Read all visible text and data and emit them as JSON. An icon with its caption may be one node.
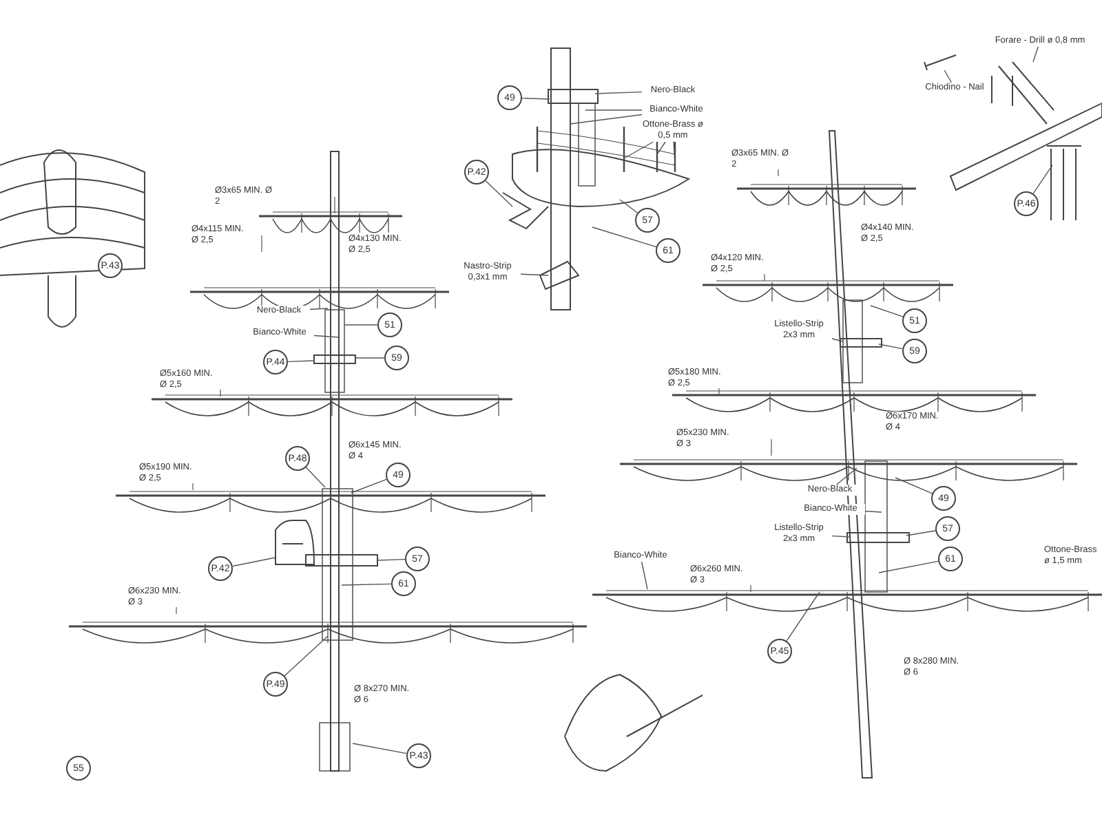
{
  "diagram": {
    "nodes": [
      {
        "text": [
          "P.43"
        ]
      },
      {
        "text": [
          "Nero-Black"
        ]
      },
      {
        "text": [
          "Bianco-White"
        ]
      },
      {
        "text": [
          "51"
        ]
      },
      {
        "text": [
          "P.44"
        ]
      },
      {
        "text": [
          "59"
        ]
      },
      {
        "text": [
          "P.48"
        ]
      },
      {
        "text": [
          "49"
        ]
      },
      {
        "text": [
          "P.42"
        ]
      },
      {
        "text": [
          "57"
        ]
      },
      {
        "text": [
          "61"
        ]
      },
      {
        "text": [
          "P.49"
        ]
      },
      {
        "text": [
          "P.43"
        ]
      },
      {
        "text": [
          "55"
        ]
      },
      {
        "text": [
          "49"
        ]
      },
      {
        "text": [
          "Nero-Black"
        ]
      },
      {
        "text": [
          "Bianco-White"
        ]
      },
      {
        "text": [
          "Ottone-Brass ø 0,5 mm"
        ]
      },
      {
        "text": [
          "P.42"
        ]
      },
      {
        "text": [
          "57"
        ]
      },
      {
        "text": [
          "61"
        ]
      },
      {
        "text": [
          "Nastro-Strip 0,3x1 mm"
        ]
      },
      {
        "text": [
          "51"
        ]
      },
      {
        "text": [
          "Listello-Strip 2x3 mm"
        ]
      },
      {
        "text": [
          "59"
        ]
      },
      {
        "text": [
          "Nero-Black"
        ]
      },
      {
        "text": [
          "49"
        ]
      },
      {
        "text": [
          "Bianco-White"
        ]
      },
      {
        "text": [
          "Listello-Strip 2x3 mm"
        ]
      },
      {
        "text": [
          "57"
        ]
      },
      {
        "text": [
          "61"
        ]
      },
      {
        "text": [
          "Bianco-White"
        ]
      },
      {
        "text": [
          "P.45"
        ]
      },
      {
        "text": [
          "Chiodino - Nail"
        ]
      },
      {
        "text": [
          "Forare - Drill ø 0,8 mm"
        ]
      },
      {
        "text": [
          "P.46"
        ]
      },
      {
        "text": [],
        "shape": "picture"
      },
      {
        "text": [],
        "shape": "picture"
      }
    ],
    "edges": [
      {
        "from": 1,
        "to": null,
        "arrow": "none"
      },
      {
        "from": 2,
        "to": null,
        "arrow": "none"
      },
      {
        "from": 3,
        "to": null,
        "arrow": "none"
      },
      {
        "from": 4,
        "to": null,
        "arrow": "none"
      },
      {
        "from": 5,
        "to": null,
        "arrow": "none"
      },
      {
        "from": 6,
        "to": null,
        "arrow": "none"
      },
      {
        "from": 7,
        "to": null,
        "arrow": "none"
      },
      {
        "from": 8,
        "to": null,
        "arrow": "none"
      },
      {
        "from": 9,
        "to": null,
        "arrow": "none"
      },
      {
        "from": 10,
        "to": null,
        "arrow": "none"
      },
      {
        "from": 11,
        "to": null,
        "arrow": "none"
      },
      {
        "from": 12,
        "to": null,
        "arrow": "none"
      },
      {
        "from": 14,
        "to": null,
        "arrow": "none"
      },
      {
        "from": 15,
        "to": null,
        "arrow": "none"
      },
      {
        "from": 16,
        "to": null,
        "arrow": "none"
      },
      {
        "from": 16,
        "to": null,
        "arrow": "none"
      },
      {
        "from": 17,
        "to": null,
        "arrow": "none"
      },
      {
        "from": 17,
        "to": null,
        "arrow": "none"
      },
      {
        "from": 17,
        "to": null,
        "arrow": "none"
      },
      {
        "from": 18,
        "to": null,
        "arrow": "none"
      },
      {
        "from": 19,
        "to": null,
        "arrow": "none"
      },
      {
        "from": 20,
        "to": null,
        "arrow": "none"
      },
      {
        "from": 21,
        "to": null,
        "arrow": "none"
      },
      {
        "from": 22,
        "to": null,
        "arrow": "none"
      },
      {
        "from": 23,
        "to": null,
        "arrow": "none"
      },
      {
        "from": 24,
        "to": null,
        "arrow": "none"
      },
      {
        "from": 25,
        "to": null,
        "arrow": "none"
      },
      {
        "from": 26,
        "to": null,
        "arrow": "none"
      },
      {
        "from": 27,
        "to": null,
        "arrow": "none"
      },
      {
        "from": 28,
        "to": null,
        "arrow": "none"
      },
      {
        "from": 29,
        "to": null,
        "arrow": "none"
      },
      {
        "from": 30,
        "to": null,
        "arrow": "none"
      },
      {
        "from": 31,
        "to": null,
        "arrow": "none"
      },
      {
        "from": 32,
        "to": null,
        "arrow": "none"
      },
      {
        "from": 33,
        "to": 37,
        "arrow": "none"
      },
      {
        "from": 34,
        "to": 36,
        "arrow": "none"
      },
      {
        "from": 35,
        "to": null,
        "arrow": "none"
      }
    ],
    "labels": [
      "Ø3x65 MIN. Ø 2",
      "Ø4x130 MIN. Ø 2,5",
      "Ø4x115 MIN. Ø 2,5",
      "Ø5x160 MIN. Ø 2,5",
      "Ø6x145 MIN. Ø 4",
      "Ø5x190 MIN. Ø 2,5",
      "Ø6x230 MIN. Ø 3",
      "Ø 8x270 MIN. Ø 6",
      "Ø3x65 MIN. Ø 2",
      "Ø4x140 MIN. Ø 2,5",
      "Ø4x120 MIN. Ø 2,5",
      "Ø5x180 MIN. Ø 2,5",
      "Ø6x170 MIN. Ø 4",
      "Ø5x230 MIN. Ø 3",
      "Ø6x260 MIN. Ø 3",
      "Ø 8x280 MIN. Ø 6",
      "Ottone-Brass ø 1,5 mm"
    ]
  }
}
